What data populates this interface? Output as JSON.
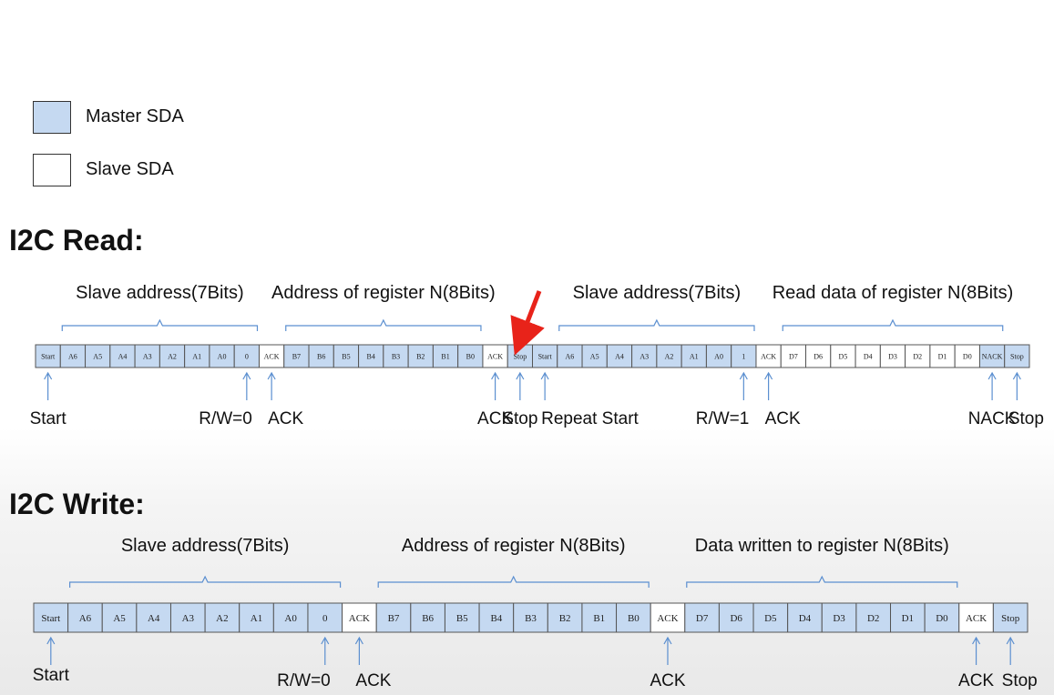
{
  "legend": {
    "master": {
      "label": "Master SDA",
      "color": "#c5d9f1"
    },
    "slave": {
      "label": "Slave SDA",
      "color": "#ffffff"
    }
  },
  "read": {
    "heading": "I2C Read:",
    "cells": [
      {
        "t": "Start",
        "m": true
      },
      {
        "t": "A6",
        "m": true
      },
      {
        "t": "A5",
        "m": true
      },
      {
        "t": "A4",
        "m": true
      },
      {
        "t": "A3",
        "m": true
      },
      {
        "t": "A2",
        "m": true
      },
      {
        "t": "A1",
        "m": true
      },
      {
        "t": "A0",
        "m": true
      },
      {
        "t": "0",
        "m": true
      },
      {
        "t": "ACK",
        "m": false
      },
      {
        "t": "B7",
        "m": true
      },
      {
        "t": "B6",
        "m": true
      },
      {
        "t": "B5",
        "m": true
      },
      {
        "t": "B4",
        "m": true
      },
      {
        "t": "B3",
        "m": true
      },
      {
        "t": "B2",
        "m": true
      },
      {
        "t": "B1",
        "m": true
      },
      {
        "t": "B0",
        "m": true
      },
      {
        "t": "ACK",
        "m": false
      },
      {
        "t": "Stop",
        "m": true
      },
      {
        "t": "Start",
        "m": true
      },
      {
        "t": "A6",
        "m": true
      },
      {
        "t": "A5",
        "m": true
      },
      {
        "t": "A4",
        "m": true
      },
      {
        "t": "A3",
        "m": true
      },
      {
        "t": "A2",
        "m": true
      },
      {
        "t": "A1",
        "m": true
      },
      {
        "t": "A0",
        "m": true
      },
      {
        "t": "1",
        "m": true
      },
      {
        "t": "ACK",
        "m": false
      },
      {
        "t": "D7",
        "m": false
      },
      {
        "t": "D6",
        "m": false
      },
      {
        "t": "D5",
        "m": false
      },
      {
        "t": "D4",
        "m": false
      },
      {
        "t": "D3",
        "m": false
      },
      {
        "t": "D2",
        "m": false
      },
      {
        "t": "D1",
        "m": false
      },
      {
        "t": "D0",
        "m": false
      },
      {
        "t": "NACK",
        "m": true
      },
      {
        "t": "Stop",
        "m": true
      }
    ],
    "groups": [
      {
        "label": "Slave address(7Bits)",
        "from": 1,
        "to": 8
      },
      {
        "label": "Address of register N(8Bits)",
        "from": 10,
        "to": 17
      },
      {
        "label": "Slave address(7Bits)",
        "from": 21,
        "to": 28
      },
      {
        "label": "Read data of register N(8Bits)",
        "from": 30,
        "to": 38
      }
    ],
    "markers": [
      {
        "label": "Start",
        "cell": 0
      },
      {
        "label": "R/W=0",
        "cell": 8
      },
      {
        "label": "ACK",
        "cell": 9
      },
      {
        "label": "ACK",
        "cell": 18
      },
      {
        "label": "Stop",
        "cell": 19
      },
      {
        "label": "Repeat Start",
        "cell": 20
      },
      {
        "label": "R/W=1",
        "cell": 28
      },
      {
        "label": "ACK",
        "cell": 29
      },
      {
        "label": "NACK",
        "cell": 38
      },
      {
        "label": "Stop",
        "cell": 39
      }
    ]
  },
  "write": {
    "heading": "I2C Write:",
    "cells": [
      {
        "t": "Start",
        "m": true
      },
      {
        "t": "A6",
        "m": true
      },
      {
        "t": "A5",
        "m": true
      },
      {
        "t": "A4",
        "m": true
      },
      {
        "t": "A3",
        "m": true
      },
      {
        "t": "A2",
        "m": true
      },
      {
        "t": "A1",
        "m": true
      },
      {
        "t": "A0",
        "m": true
      },
      {
        "t": "0",
        "m": true
      },
      {
        "t": "ACK",
        "m": false
      },
      {
        "t": "B7",
        "m": true
      },
      {
        "t": "B6",
        "m": true
      },
      {
        "t": "B5",
        "m": true
      },
      {
        "t": "B4",
        "m": true
      },
      {
        "t": "B3",
        "m": true
      },
      {
        "t": "B2",
        "m": true
      },
      {
        "t": "B1",
        "m": true
      },
      {
        "t": "B0",
        "m": true
      },
      {
        "t": "ACK",
        "m": false
      },
      {
        "t": "D7",
        "m": true
      },
      {
        "t": "D6",
        "m": true
      },
      {
        "t": "D5",
        "m": true
      },
      {
        "t": "D4",
        "m": true
      },
      {
        "t": "D3",
        "m": true
      },
      {
        "t": "D2",
        "m": true
      },
      {
        "t": "D1",
        "m": true
      },
      {
        "t": "D0",
        "m": true
      },
      {
        "t": "ACK",
        "m": false
      },
      {
        "t": "Stop",
        "m": true
      }
    ],
    "groups": [
      {
        "label": "Slave address(7Bits)",
        "from": 1,
        "to": 8
      },
      {
        "label": "Address of register N(8Bits)",
        "from": 10,
        "to": 17
      },
      {
        "label": "Data written to register N(8Bits)",
        "from": 19,
        "to": 26
      }
    ],
    "markers": [
      {
        "label": "Start",
        "cell": 0
      },
      {
        "label": "R/W=0",
        "cell": 8
      },
      {
        "label": "ACK",
        "cell": 9
      },
      {
        "label": "ACK",
        "cell": 18
      },
      {
        "label": "ACK",
        "cell": 27
      },
      {
        "label": "Stop",
        "cell": 28
      }
    ]
  }
}
